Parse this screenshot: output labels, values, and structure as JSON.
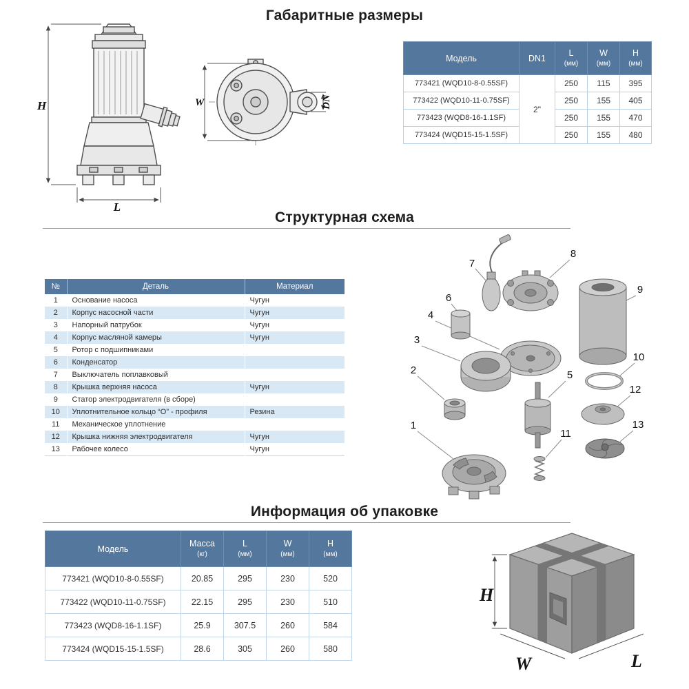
{
  "dimensions": {
    "title": "Габаритные размеры",
    "drawing_labels": {
      "h": "H",
      "l": "L",
      "w": "W",
      "dn": "DN"
    },
    "table": {
      "headers": {
        "model": "Модель",
        "dn1": "DN1",
        "l": "L",
        "w": "W",
        "h": "H",
        "unit_mm": "(мм)"
      },
      "dn1_value": "2\"",
      "rows": [
        {
          "model": "773421 (WQD10-8-0.55SF)",
          "l": "250",
          "w": "115",
          "h": "395"
        },
        {
          "model": "773422 (WQD10-11-0.75SF)",
          "l": "250",
          "w": "155",
          "h": "405"
        },
        {
          "model": "773423 (WQD8-16-1.1SF)",
          "l": "250",
          "w": "155",
          "h": "470"
        },
        {
          "model": "773424 (WQD15-15-1.5SF)",
          "l": "250",
          "w": "155",
          "h": "480"
        }
      ]
    }
  },
  "structure": {
    "title": "Структурная схема",
    "table": {
      "headers": {
        "num": "№",
        "part": "Деталь",
        "material": "Материал"
      },
      "rows": [
        {
          "num": "1",
          "part": "Основание насоса",
          "material": "Чугун"
        },
        {
          "num": "2",
          "part": "Корпус насосной части",
          "material": "Чугун"
        },
        {
          "num": "3",
          "part": "Напорный патрубок",
          "material": "Чугун"
        },
        {
          "num": "4",
          "part": "Корпус масляной камеры",
          "material": "Чугун"
        },
        {
          "num": "5",
          "part": "Ротор с подшипниками",
          "material": ""
        },
        {
          "num": "6",
          "part": "Конденсатор",
          "material": ""
        },
        {
          "num": "7",
          "part": "Выключатель поплавковый",
          "material": ""
        },
        {
          "num": "8",
          "part": "Крышка верхняя насоса",
          "material": "Чугун"
        },
        {
          "num": "9",
          "part": "Статор электродвигателя (в сборе)",
          "material": ""
        },
        {
          "num": "10",
          "part": "Уплотнительное кольцо “О” -  профиля",
          "material": "Резина"
        },
        {
          "num": "11",
          "part": "Механическое уплотнение",
          "material": ""
        },
        {
          "num": "12",
          "part": "Крышка нижняя электродвигателя",
          "material": "Чугун"
        },
        {
          "num": "13",
          "part": "Рабочее колесо",
          "material": "Чугун"
        }
      ]
    },
    "callouts": [
      "1",
      "2",
      "3",
      "4",
      "5",
      "6",
      "7",
      "8",
      "9",
      "10",
      "11",
      "12",
      "13"
    ]
  },
  "packaging": {
    "title": "Информация об упаковке",
    "table": {
      "headers": {
        "model": "Модель",
        "mass": "Масса",
        "unit_kg": "(кг)",
        "l": "L",
        "w": "W",
        "h": "H",
        "unit_mm": "(мм)"
      },
      "rows": [
        {
          "model": "773421 (WQD10-8-0.55SF)",
          "mass": "20.85",
          "l": "295",
          "w": "230",
          "h": "520"
        },
        {
          "model": "773422 (WQD10-11-0.75SF)",
          "mass": "22.15",
          "l": "295",
          "w": "230",
          "h": "510"
        },
        {
          "model": "773423 (WQD8-16-1.1SF)",
          "mass": "25.9",
          "l": "307.5",
          "w": "260",
          "h": "584"
        },
        {
          "model": "773424 (WQD15-15-1.5SF)",
          "mass": "28.6",
          "l": "305",
          "w": "260",
          "h": "580"
        }
      ]
    },
    "box_labels": {
      "h": "H",
      "w": "W",
      "l": "L"
    }
  },
  "colors": {
    "table_header_bg": "#54779e",
    "table_row_alt": "#d9e8f5",
    "table_border": "#b9cfe3"
  }
}
